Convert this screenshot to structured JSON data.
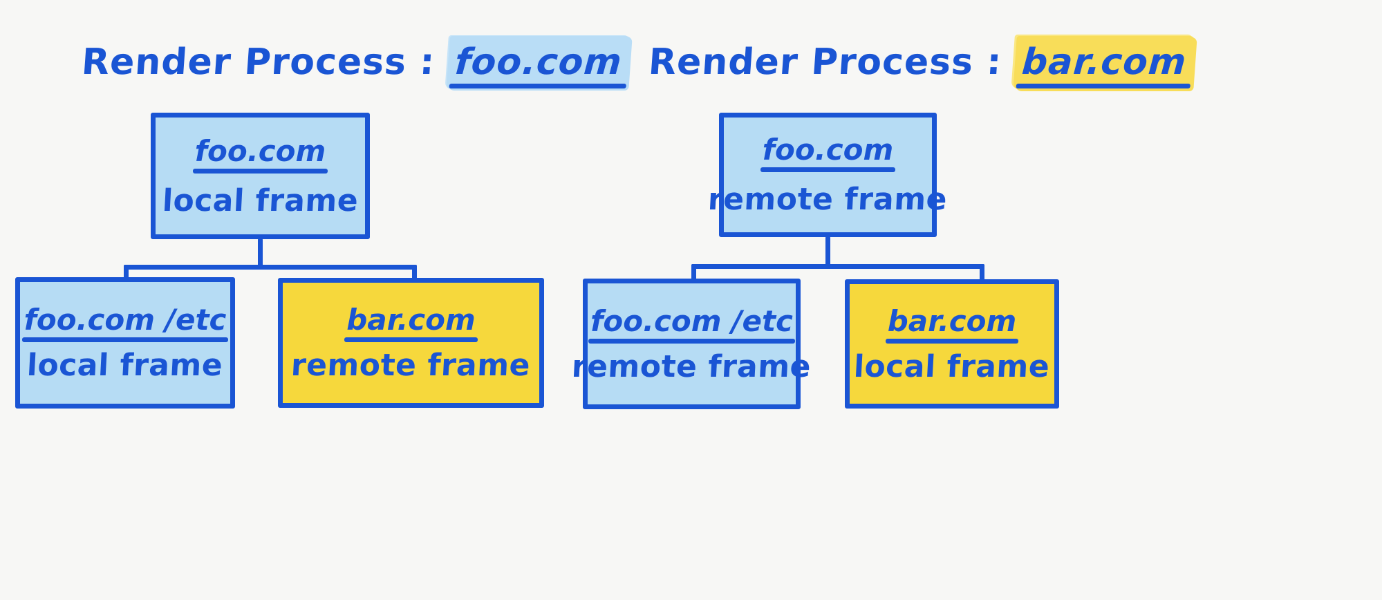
{
  "page": {
    "background_color": "#f7f7f5",
    "ink_color": "#1a55d4",
    "blue_fill": "#b6dcf4",
    "yellow_fill": "#f6d83c"
  },
  "diagrams": [
    {
      "title": {
        "label": "Render Process :",
        "host": "foo.com",
        "highlight": "blue"
      },
      "root": {
        "origin": "foo.com",
        "kind": "local frame",
        "fill": "blue"
      },
      "children": [
        {
          "origin": "foo.com /etc",
          "kind": "local frame",
          "fill": "blue"
        },
        {
          "origin": "bar.com",
          "kind": "remote frame",
          "fill": "yellow"
        }
      ]
    },
    {
      "title": {
        "label": "Render Process :",
        "host": "bar.com",
        "highlight": "yellow"
      },
      "root": {
        "origin": "foo.com",
        "kind": "remote frame",
        "fill": "blue"
      },
      "children": [
        {
          "origin": "foo.com /etc",
          "kind": "remote frame",
          "fill": "blue"
        },
        {
          "origin": "bar.com",
          "kind": "local frame",
          "fill": "yellow"
        }
      ]
    }
  ]
}
